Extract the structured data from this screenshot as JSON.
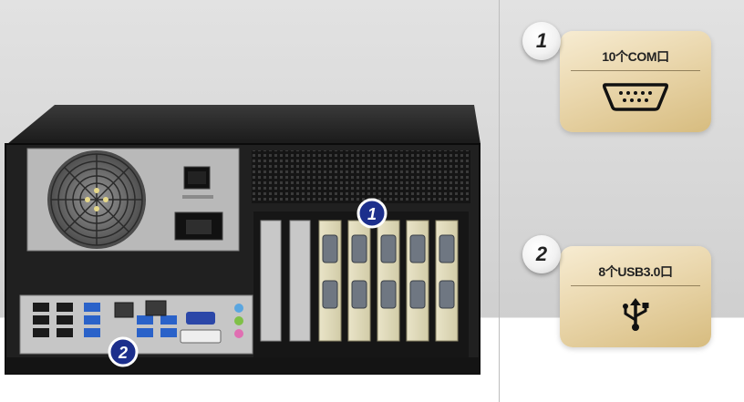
{
  "features": [
    {
      "number": "1",
      "label": "10个COM口",
      "icon": "serial-port-icon"
    },
    {
      "number": "2",
      "label": "8个USB3.0口",
      "icon": "usb-icon"
    }
  ],
  "product_image": {
    "description": "industrial-pc-rear-panel",
    "callouts": [
      "1",
      "2"
    ]
  },
  "colors": {
    "card_gold": "#e6d2a4",
    "callout_blue": "#1c2f8c"
  }
}
